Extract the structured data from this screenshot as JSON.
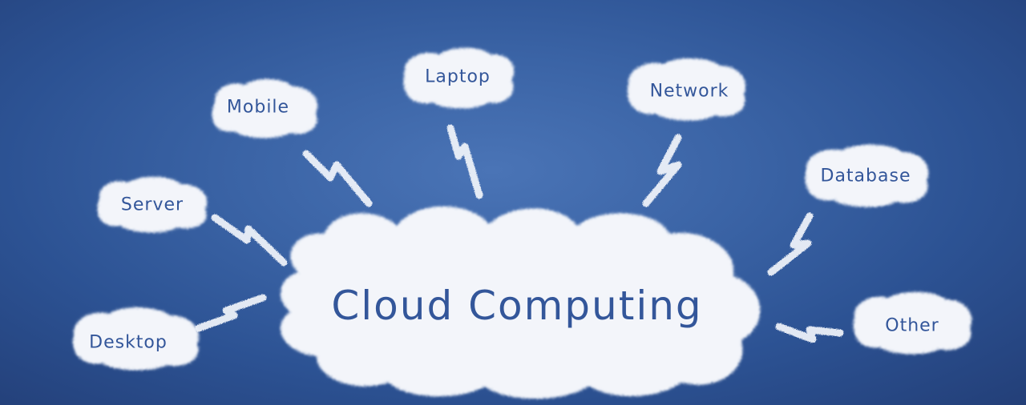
{
  "colors": {
    "background": "#3a63a5",
    "cloud": "#f4f6fb",
    "text": "#33569a"
  },
  "diagram": {
    "center": {
      "label": "Cloud Computing"
    },
    "nodes": [
      {
        "id": "laptop",
        "label": "Laptop"
      },
      {
        "id": "mobile",
        "label": "Mobile"
      },
      {
        "id": "network",
        "label": "Network"
      },
      {
        "id": "server",
        "label": "Server"
      },
      {
        "id": "database",
        "label": "Database"
      },
      {
        "id": "desktop",
        "label": "Desktop"
      },
      {
        "id": "other",
        "label": "Other"
      }
    ]
  }
}
